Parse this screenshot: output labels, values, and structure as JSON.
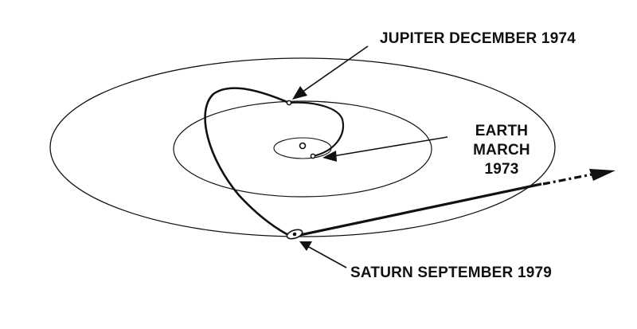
{
  "figure": {
    "type": "orbital trajectory diagram",
    "colors": {
      "ink": "#111111",
      "background": "#ffffff"
    }
  },
  "labels": {
    "jupiter": "JUPITER DECEMBER 1974",
    "earth": {
      "line1": "EARTH",
      "line2": "MARCH",
      "line3": "1973"
    },
    "saturn": "SATURN SEPTEMBER 1979"
  },
  "bodies": [
    {
      "name": "Sun",
      "symbol": "open-circle"
    },
    {
      "name": "Earth",
      "event": "EARTH MARCH 1973"
    },
    {
      "name": "Jupiter",
      "event": "JUPITER DECEMBER 1974"
    },
    {
      "name": "Saturn",
      "event": "SATURN SEPTEMBER 1979",
      "symbol": "ringed-planet"
    }
  ],
  "orbits": [
    "Earth orbit",
    "Jupiter orbit",
    "Saturn orbit"
  ],
  "trajectory": {
    "segments": [
      "Earth to Jupiter",
      "Jupiter to Saturn",
      "Saturn to escape (dashed arrow)"
    ]
  }
}
